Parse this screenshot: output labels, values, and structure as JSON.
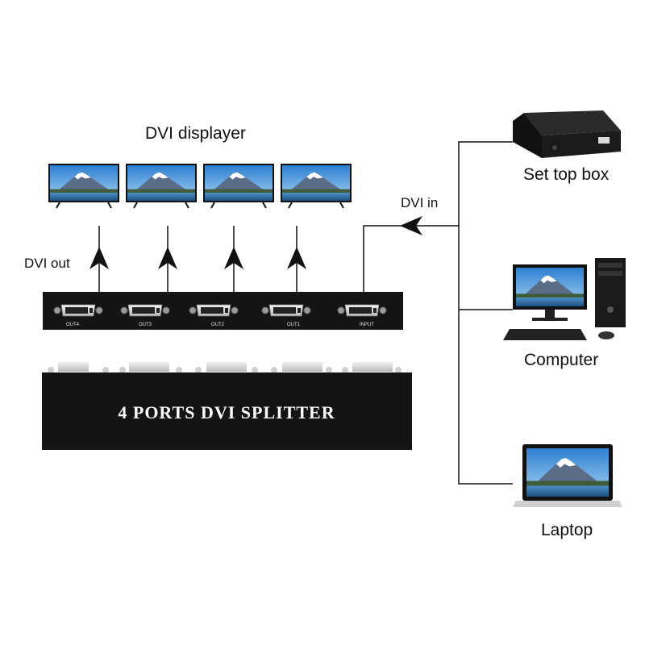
{
  "diagram": {
    "displays_label": "DVI displayer",
    "dvi_out_label": "DVI out",
    "dvi_in_label": "DVI in",
    "splitter": {
      "ports": [
        "OUT4",
        "OUT3",
        "OUT2",
        "OUT1",
        "INPUT"
      ],
      "product_name": "4 PORTS DVI SPLITTER"
    },
    "sources": [
      {
        "label": "Set top box",
        "icon": "set-top-box-icon"
      },
      {
        "label": "Computer",
        "icon": "computer-icon"
      },
      {
        "label": "Laptop",
        "icon": "laptop-icon"
      }
    ],
    "display_count": 4
  },
  "colors": {
    "device_body": "#141414",
    "connector_metal": "#c8c8c8",
    "line": "#111111",
    "sky_top": "#2f7fd0",
    "sky_bottom": "#9fd0f2"
  }
}
